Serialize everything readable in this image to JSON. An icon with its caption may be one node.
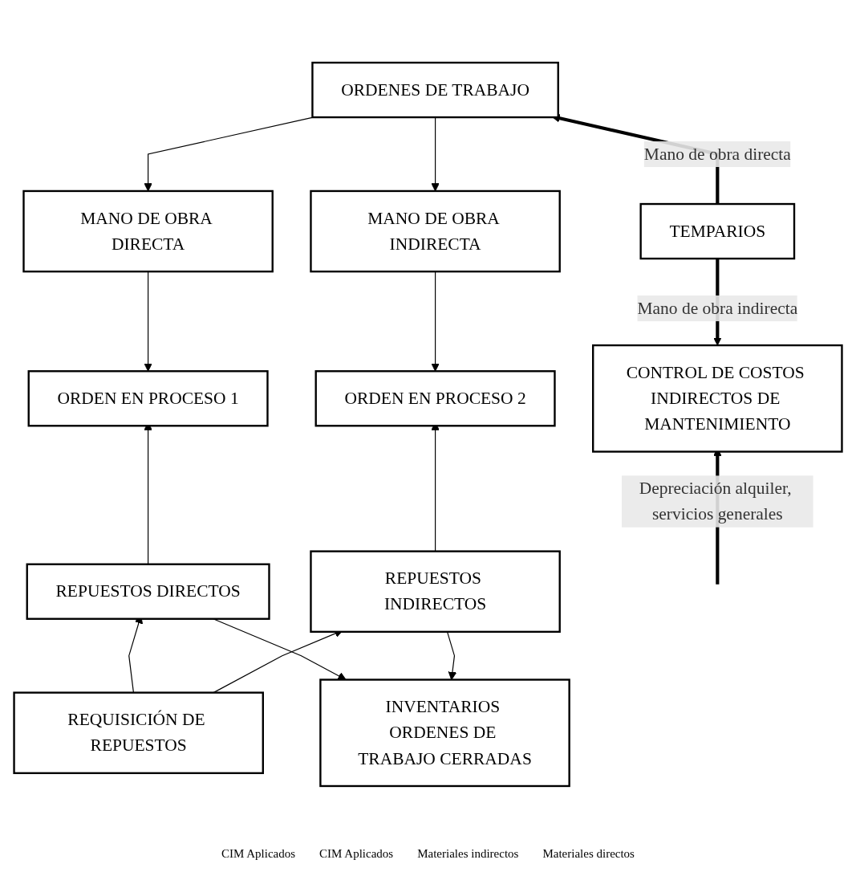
{
  "diagram": {
    "nodes": [
      {
        "text": [
          "ORDENES DE TRABAJO"
        ]
      },
      {
        "text": [
          "MANO DE OBRA DIRECTA"
        ]
      },
      {
        "text": [
          "TEMPARIOS"
        ]
      },
      {
        "text": [
          "MANO DE OBRA INDIRECTA"
        ]
      },
      {
        "text": [
          "ORDEN EN PROCESO 1"
        ]
      },
      {
        "text": [
          "CONTROL DE COSTOS INDIRECTOS DE MANTENIMIENTO"
        ]
      },
      {
        "text": [
          "ORDEN EN PROCESO 2"
        ]
      },
      {
        "text": [
          "REPUESTOS DIRECTOS"
        ]
      },
      {
        "text": [
          "REPUESTOS INDIRECTOS"
        ]
      },
      {
        "text": [
          "REQUISICIÓN DE REPUESTOS"
        ]
      },
      {
        "text": [
          "INVENTARIOS ORDENES DE TRABAJO CERRADAS"
        ]
      }
    ],
    "edges": [
      {
        "from": 0,
        "to": 1,
        "arrow": "to"
      },
      {
        "from": 0,
        "to": 3,
        "arrow": "to"
      },
      {
        "from": 2,
        "to": 0,
        "arrow": "to",
        "label": "Mano de obra directa",
        "style": "thick"
      },
      {
        "from": 2,
        "to": 5,
        "arrow": "to",
        "label": "Mano de obra indirecta",
        "style": "thick"
      },
      {
        "from": 1,
        "to": 4,
        "arrow": "to"
      },
      {
        "from": 3,
        "to": 6,
        "arrow": "to"
      },
      {
        "from": 7,
        "to": 4,
        "arrow": "to"
      },
      {
        "from": 8,
        "to": 6,
        "arrow": "to"
      },
      {
        "from": null,
        "to": 5,
        "arrow": "to",
        "label": "Depreciación alquiler, servicios generales",
        "style": "thick"
      },
      {
        "from": 9,
        "to": 7,
        "arrow": "to"
      },
      {
        "from": 9,
        "to": 8,
        "arrow": "to"
      },
      {
        "from": 7,
        "to": 10,
        "arrow": "to"
      },
      {
        "from": 8,
        "to": 10,
        "arrow": "to"
      }
    ],
    "labels": [
      "CIM Aplicados",
      "CIM Aplicados",
      "Materiales indirectos",
      "Materiales directos"
    ]
  }
}
